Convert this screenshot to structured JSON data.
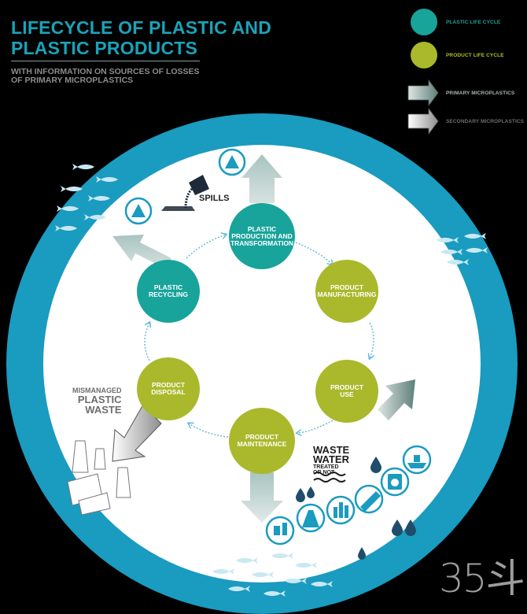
{
  "header": {
    "title_line1": "LIFECYCLE OF PLASTIC AND",
    "title_line2": "PLASTIC PRODUCTS",
    "subtitle_line1": "WITH INFORMATION ON SOURCES OF LOSSES",
    "subtitle_line2": "OF PRIMARY MICROPLASTICS"
  },
  "legend": {
    "plastic_life_cycle": "PLASTIC LIFE CYCLE",
    "product_life_cycle": "PRODUCT LIFE CYCLE",
    "primary_microplastics": "PRIMARY MICROPLASTICS",
    "secondary_microplastics": "SECONDARY MICROPLASTICS"
  },
  "nodes": {
    "production": "PLASTIC PRODUCTION AND TRANSFORMATION",
    "manufacturing": "PRODUCT MANUFACTURING",
    "use": "PRODUCT USE",
    "maintenance": "PRODUCT MAINTENANCE",
    "disposal": "PRODUCT DISPOSAL",
    "recycling": "PLASTIC RECYCLING"
  },
  "annotations": {
    "spills": "SPILLS",
    "mismanaged_1": "MISMANAGED",
    "mismanaged_2": "PLASTIC",
    "mismanaged_3": "WASTE",
    "waste_water_1": "WASTE",
    "waste_water_2": "WATER",
    "treated_1": "TREATED",
    "treated_2": "OR NOT"
  },
  "logo": {
    "text": "35斗"
  },
  "colors": {
    "ocean": "#1a9bc0",
    "plastic_cycle": "#18a39b",
    "product_cycle": "#a9b92b",
    "title": "#1ba2b8",
    "cycle_arrow": "#5fb8d2"
  }
}
